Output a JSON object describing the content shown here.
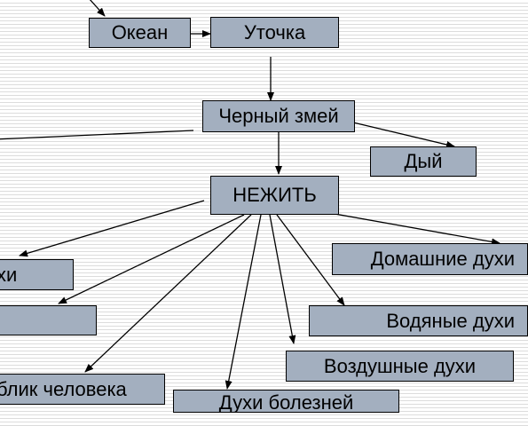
{
  "diagram": {
    "nodes": {
      "ocean": "Океан",
      "duckling": "Уточка",
      "black_serpent": "Черный змей",
      "dyi": "Дый",
      "nezhit": "НЕЖИТЬ",
      "home_spirits": "Домашние духи",
      "water_spirits": "Водяные духи",
      "air_spirits": "Воздушные духи",
      "disease_spirits": "Духи болезней",
      "human_form": "блик человека",
      "left_cut_1": "хи",
      "left_cut_2": ""
    },
    "colors": {
      "box_fill": "#a3afbf",
      "box_border": "#000000",
      "line": "#000000"
    }
  }
}
